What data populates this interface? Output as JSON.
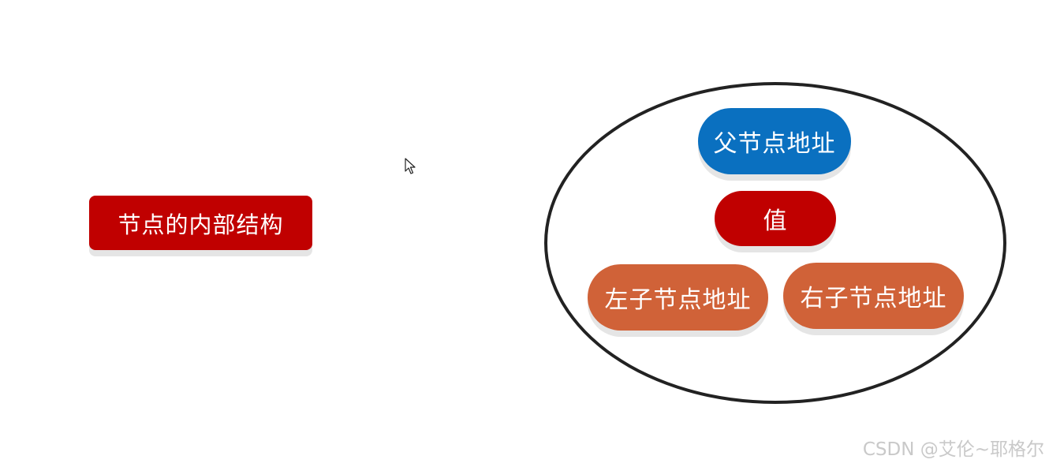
{
  "diagram": {
    "title": "节点的内部结构",
    "node": {
      "parent_address": "父节点地址",
      "value": "值",
      "left_child_address": "左子节点地址",
      "right_child_address": "右子节点地址"
    }
  },
  "watermark": "CSDN @艾伦~耶格尔",
  "colors": {
    "title_box": "#c00000",
    "parent": "#0a70c0",
    "value": "#c00000",
    "children": "#d06238",
    "ellipse_stroke": "#222222"
  },
  "icons": {
    "cursor": "mouse-pointer-icon"
  }
}
